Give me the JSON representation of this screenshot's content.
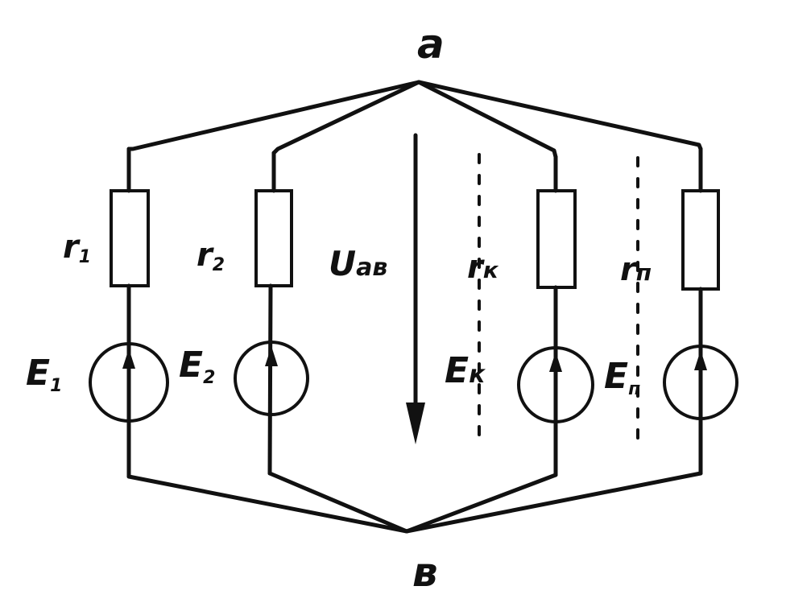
{
  "nodes": {
    "top": "a",
    "bottom": "в"
  },
  "voltage": {
    "main": "U",
    "sub": "ав"
  },
  "branches": [
    {
      "resistor": {
        "main": "r",
        "sub": "1"
      },
      "source": {
        "main": "E",
        "sub": "1"
      }
    },
    {
      "resistor": {
        "main": "r",
        "sub": "2"
      },
      "source": {
        "main": "E",
        "sub": "2"
      }
    },
    {
      "resistor": {
        "main": "r",
        "sub": "к"
      },
      "source": {
        "main": "E",
        "sub": "к"
      }
    },
    {
      "resistor": {
        "main": "r",
        "sub": "п"
      },
      "source": {
        "main": "E",
        "sub": "п"
      }
    }
  ]
}
